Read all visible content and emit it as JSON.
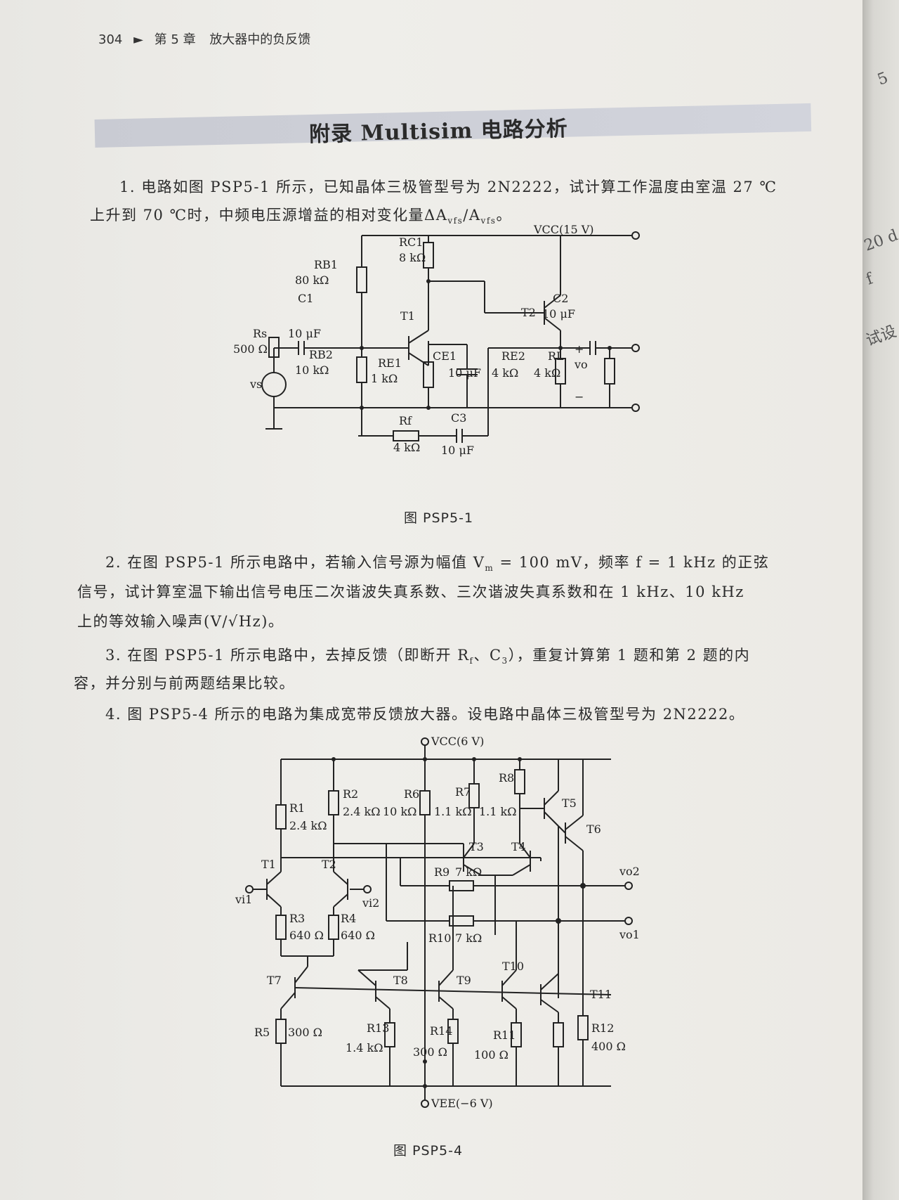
{
  "header": {
    "page_number": "304",
    "arrow": "►",
    "chapter": "第 5 章",
    "chapter_title": "放大器中的负反馈"
  },
  "banner": {
    "title": "附录  Multisim 电路分析"
  },
  "problems": {
    "p1_line1": "1. 电路如图 PSP5-1 所示，已知晶体三极管型号为 2N2222，试计算工作温度由室温 27 ℃",
    "p1_line2": "上升到 70 ℃时，中频电压源增益的相对变化量ΔA",
    "p1_sub1": "vfs",
    "p1_slash": "/A",
    "p1_sub2": "vfs",
    "p1_end": "。",
    "p2_line1": "2. 在图 PSP5-1 所示电路中，若输入信号源为幅值 V",
    "p2_sub": "m",
    "p2_line1b": " = 100 mV，频率 f = 1 kHz 的正弦",
    "p2_line2": "信号，试计算室温下输出信号电压二次谐波失真系数、三次谐波失真系数和在 1 kHz、10 kHz",
    "p2_line3": "上的等效输入噪声(V/√Hz)。",
    "p3_line1": "3. 在图 PSP5-1 所示电路中，去掉反馈（即断开 R",
    "p3_sub1": "f",
    "p3_mid": "、C",
    "p3_sub2": "3",
    "p3_line1b": "），重复计算第 1 题和第 2 题的内",
    "p3_line2": "容，并分别与前两题结果比较。",
    "p4_line1": "4. 图 PSP5-4 所示的电路为集成宽带反馈放大器。设电路中晶体三极管型号为 2N2222。"
  },
  "figure1": {
    "caption": "图 PSP5-1",
    "labels": {
      "vcc": "VCC(15 V)",
      "rb1": "RB1",
      "rb1_val": "80 kΩ",
      "rc1": "RC1",
      "rc1_val": "8 kΩ",
      "c1": "C1",
      "c1_val": "10 μF",
      "t1": "T1",
      "t2": "T2",
      "c2": "C2",
      "c2_val": "10 μF",
      "rs": "Rs",
      "rs_val": "500 Ω",
      "rb2": "RB2",
      "rb2_val": "10 kΩ",
      "re1": "RE1",
      "re1_val": "1 kΩ",
      "ce1": "CE1",
      "ce1_val": "10 μF",
      "re2": "RE2",
      "re2_val": "4 kΩ",
      "rl": "RL",
      "rl_val": "4 kΩ",
      "vo": "vo",
      "vs": "vs",
      "rf": "Rf",
      "rf_val": "4 kΩ",
      "c3": "C3",
      "c3_val": "10 μF",
      "plus": "+",
      "minus": "−"
    }
  },
  "figure4": {
    "caption": "图 PSP5-4",
    "labels": {
      "vcc": "VCC(6 V)",
      "vee": "VEE(−6 V)",
      "r1": "R1",
      "r1_val": "2.4 kΩ",
      "r2": "R2",
      "r2_val": "2.4 kΩ",
      "r6": "R6",
      "r6_val": "10 kΩ",
      "r7": "R7",
      "r7_val": "1.1 kΩ",
      "r8": "R8",
      "r8_val": "1.1 kΩ",
      "t1": "T1",
      "t2": "T2",
      "t3": "T3",
      "t4": "T4",
      "t5": "T5",
      "t6": "T6",
      "t7": "T7",
      "t8": "T8",
      "t9": "T9",
      "t10": "T10",
      "t11": "T11",
      "vi1": "vi1",
      "vi2": "vi2",
      "r9": "R9",
      "r9_val": "7 kΩ",
      "r10": "R10",
      "r10_val": "7 kΩ",
      "vo2": "vo2",
      "vo1": "vo1",
      "r3": "R3",
      "r3_val": "640 Ω",
      "r4": "R4",
      "r4_val": "640 Ω",
      "r5": "R5",
      "r5_val": "300 Ω",
      "r13": "R13",
      "r13_val": "1.4 kΩ",
      "r14": "R14",
      "r14_val": "300 Ω",
      "r11": "R11",
      "r11_val": "100 Ω",
      "r12": "R12",
      "r12_val": "400 Ω"
    }
  },
  "page_edge": {
    "fragments": [
      "5",
      "20 d",
      "f",
      "试设"
    ]
  }
}
